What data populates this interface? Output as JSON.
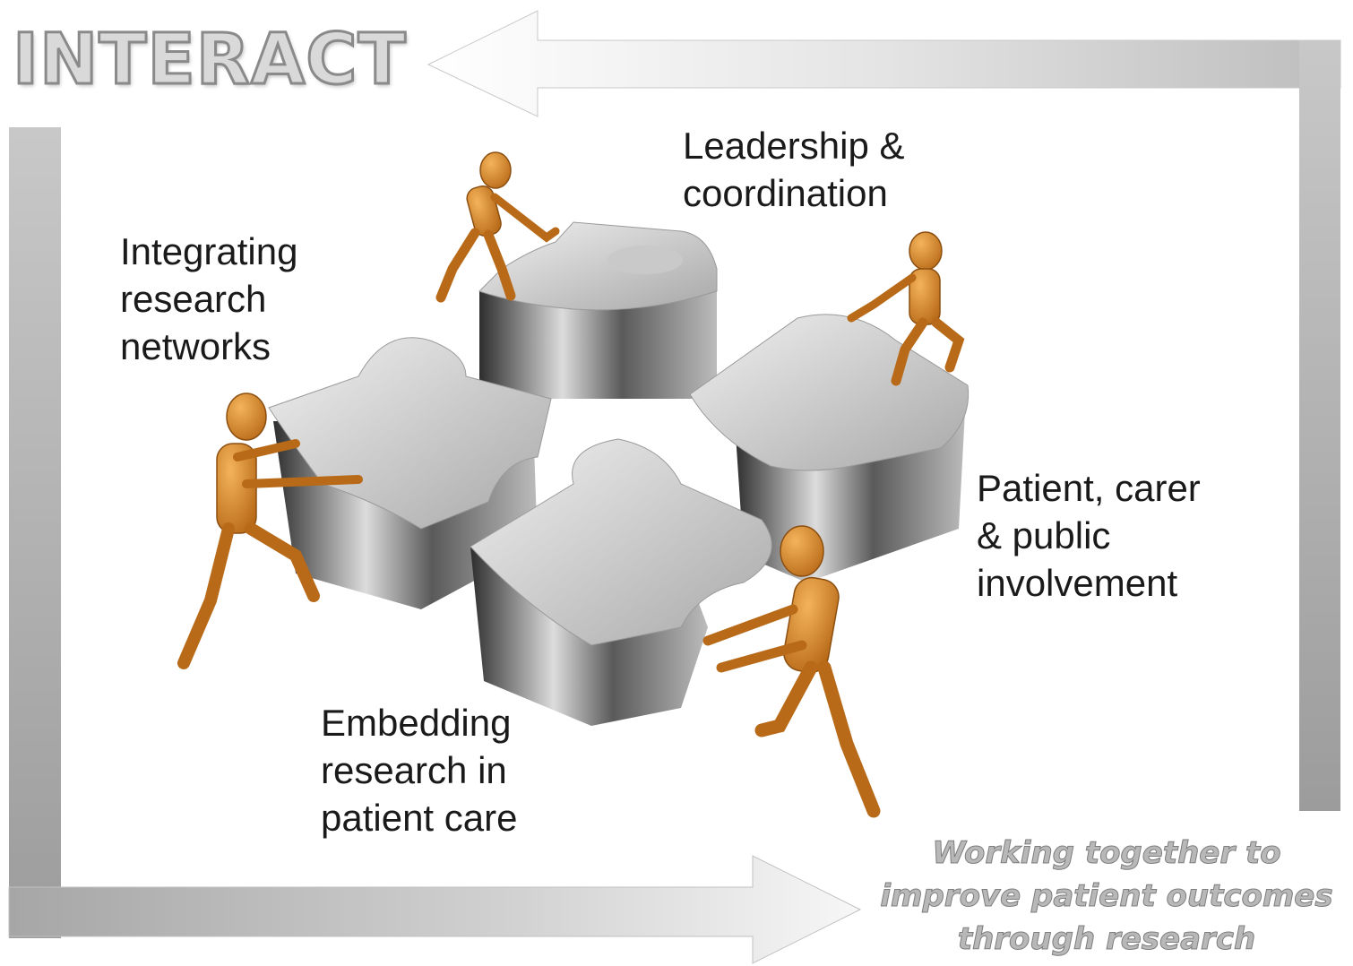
{
  "brand": {
    "title": "INTERACT"
  },
  "labels": {
    "leadership": [
      "Leadership &",
      "coordination"
    ],
    "integrating": [
      "Integrating",
      "research",
      "networks"
    ],
    "patient": [
      "Patient, carer",
      "& public",
      "involvement"
    ],
    "embedding": [
      "Embedding",
      "research in",
      "patient care"
    ]
  },
  "tagline": [
    "Working together to",
    "improve patient outcomes",
    "through research"
  ],
  "colors": {
    "arrow_light": "#ececec",
    "arrow_dark": "#a8a8a8",
    "puzzle_light": "#e6e6e6",
    "puzzle_dark": "#3c3c3c",
    "figure": "#d98a28",
    "figure_dark": "#8c4f10"
  }
}
